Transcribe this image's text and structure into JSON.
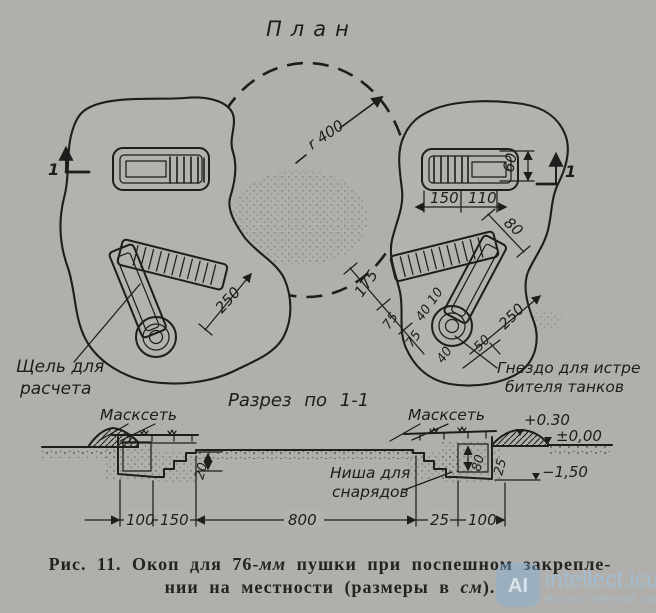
{
  "plan": {
    "title": "План",
    "radius": "r 400",
    "cut_marker": "1",
    "labels": {
      "slit1": "Щель для",
      "slit2": "расчета",
      "nest1": "Гнездо для истре",
      "nest2": "бителя танков"
    },
    "dims": {
      "slit_len": "250",
      "ramp_w": "60",
      "ramp_l1": "150",
      "ramp_l2": "110",
      "arm_w": "80",
      "d175": "175",
      "d75a": "75",
      "d4010": "40 10",
      "d75b": "75",
      "d40": "40",
      "d50": "50",
      "d250": "250"
    }
  },
  "section": {
    "title": "Разрез по 1-1",
    "labels": {
      "masknet": "Масксеть",
      "niche1": "Ниша для",
      "niche2": "снарядов"
    },
    "dims": {
      "d20": "20",
      "d100l": "100",
      "d150": "150",
      "d800": "800",
      "d25b": "25",
      "d100r": "100",
      "d80": "80",
      "d25r": "25"
    },
    "elevations": {
      "top": "+0.30",
      "zero": "±0,00",
      "bottom": "−1,50"
    }
  },
  "caption": {
    "l1a": "Рис. 11. Окоп для 76-",
    "l1em": "мм",
    "l1b": " пушки при поспешном закрепле-",
    "l2a": "нии на местности (размеры в ",
    "l2em": "см",
    "l2b": ")."
  },
  "watermark": {
    "logo": "AI",
    "name": "intellect.icu",
    "tagline": "Искусственный разум"
  },
  "colors": {
    "paper": "#b3b2ae",
    "ink": "#1d1d1b",
    "watermark_blue": "#9dc4e4"
  }
}
